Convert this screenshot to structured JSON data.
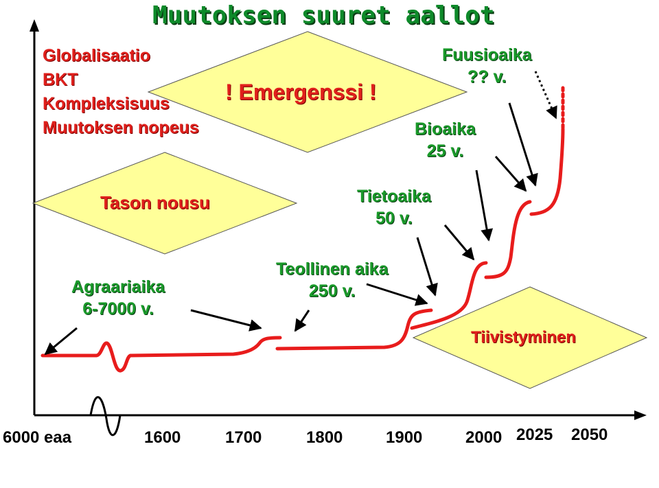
{
  "title": "Muutoksen suuret aallot",
  "indicators": [
    "Globalisaatio",
    "BKT",
    "Kompleksisuus",
    "Muutoksen nopeus"
  ],
  "diamonds": {
    "emergenssi": "! Emergenssi !",
    "tason_nousu": "Tason nousu",
    "tiivistyminen": "Tiivistyminen"
  },
  "eras": [
    {
      "name": "Agraariaika",
      "duration": "6-7000 v."
    },
    {
      "name": "Teollinen aika",
      "duration": "250 v."
    },
    {
      "name": "Tietoaika",
      "duration": "50 v."
    },
    {
      "name": "Bioaika",
      "duration": "25 v."
    },
    {
      "name": "Fuusioaika",
      "duration": "?? v."
    }
  ],
  "x_axis": [
    "6000 eaa",
    "1600",
    "1700",
    "1800",
    "1900",
    "2000",
    "2025",
    "2050"
  ],
  "colors": {
    "curve": "#e81c1c",
    "title": "#0e8a2a",
    "era_text": "#1a9a2a",
    "diamond_fill": "#ffff99",
    "indicator_text": "#e0201c"
  }
}
